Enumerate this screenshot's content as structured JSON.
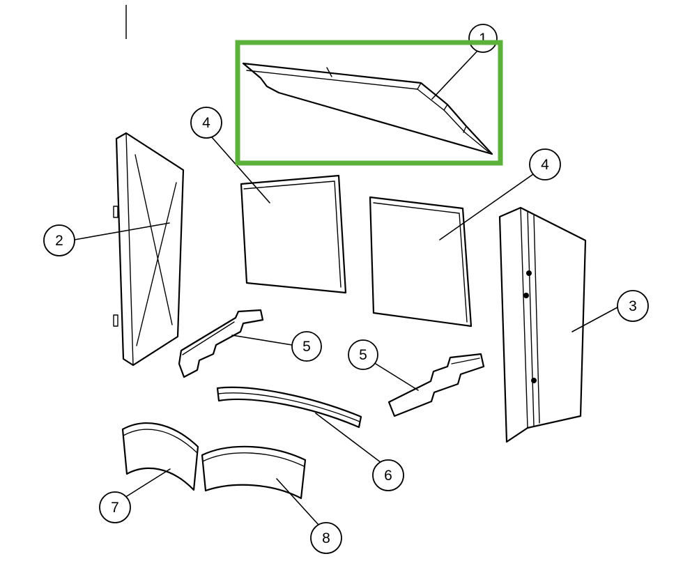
{
  "diagram": {
    "background_color": "#ffffff",
    "outline_color": "#000000",
    "highlight_color": "#5cb13b",
    "highlighted_callout": "1",
    "callouts": [
      {
        "label": "1"
      },
      {
        "label": "2"
      },
      {
        "label": "4"
      },
      {
        "label": "4"
      },
      {
        "label": "3"
      },
      {
        "label": "5"
      },
      {
        "label": "5"
      },
      {
        "label": "6"
      },
      {
        "label": "7"
      },
      {
        "label": "8"
      }
    ]
  }
}
